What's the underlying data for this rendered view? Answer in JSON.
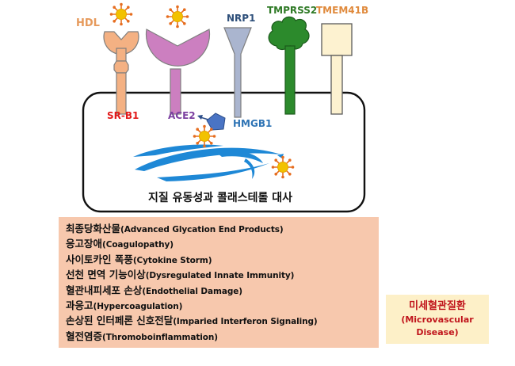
{
  "receptors": {
    "hdl": "HDL",
    "nrp1": "NRP1",
    "tmprss2": "TMPRSS2",
    "tmem41b": "TMEM41B",
    "srb1": "SR-B1",
    "ace2": "ACE2",
    "hmgb1": "HMGB1"
  },
  "cell": {
    "caption": "지질 유동성과 콜래스테롤 대사"
  },
  "outcomes": [
    {
      "ko": "최종당화산물",
      "en": "(Advanced Glycation End Products)"
    },
    {
      "ko": "응고장애",
      "en": "(Coagulopathy)"
    },
    {
      "ko": "사이토카인 폭풍",
      "en": "(Cytokine Storm)"
    },
    {
      "ko": "선천 면역 기능이상",
      "en": "(Dysregulated Innate Immunity)"
    },
    {
      "ko": "혈관내피세포 손상",
      "en": "(Endothelial Damage)"
    },
    {
      "ko": "과응고",
      "en": "(Hypercoagulation)"
    },
    {
      "ko": "손상된 인터페론 신호전달",
      "en": "(Imparied Interferon Signaling)"
    },
    {
      "ko": "혈전염증",
      "en": "(Thromoboinflammation)"
    }
  ],
  "disease": {
    "ko": "미세혈관질환",
    "en_line1": "(Microvascular",
    "en_line2": "Disease)"
  },
  "colors": {
    "hdl": "#f4b183",
    "ace2": "#cc7fc0",
    "nrp1": "#aab5cf",
    "tmprss2": "#2c8a2c",
    "tmem41b": "#fdf2d0",
    "virus": "#f2c200",
    "spike": "#e66d1f",
    "panel": "#f7c8ad",
    "disease_box": "#fdf0c8",
    "disease_text": "#c0151c"
  }
}
